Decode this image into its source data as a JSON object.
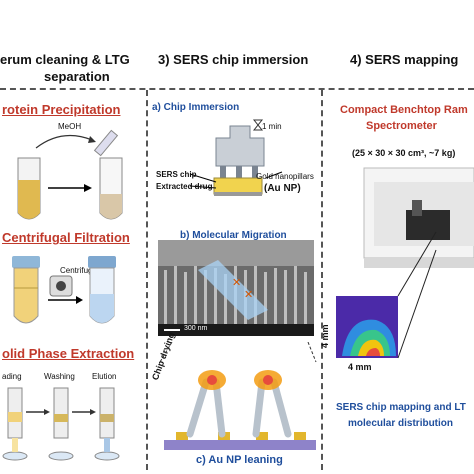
{
  "col2": {
    "header_line1": "erum cleaning & LTG",
    "header_line2": "separation",
    "step1": "rotein Precipitation",
    "step1_reagent": "MeOH",
    "step2": "Centrifugal Filtration",
    "step2_label": "Centrifugation",
    "step3": "olid Phase Extraction",
    "step3_labels": [
      "ading",
      "Washing",
      "Elution"
    ]
  },
  "col3": {
    "header": "3) SERS chip immersion",
    "a_title": "a) Chip Immersion",
    "a_time": "1 min",
    "a_sers_chip": "SERS chip",
    "a_extracted": "Extracted drug",
    "a_pillars": "Gold nanopillars",
    "a_aunp": "(Au NP)",
    "b_title": "b) Molecular Migration",
    "b_scale": "300 nm",
    "c_drying": "Chip drying",
    "c_title": "c) Au NP leaning"
  },
  "col4": {
    "header": "4) SERS mapping",
    "title_line1": "Compact Benchtop Ram",
    "title_line2": "Spectrometer",
    "dims": "(25 × 30 × 30 cm³, ~7 kg)",
    "axis_x": "4 mm",
    "axis_y": "4 mm",
    "bottom_line1": "SERS chip mapping and LT",
    "bottom_line2": "molecular distribution"
  }
}
